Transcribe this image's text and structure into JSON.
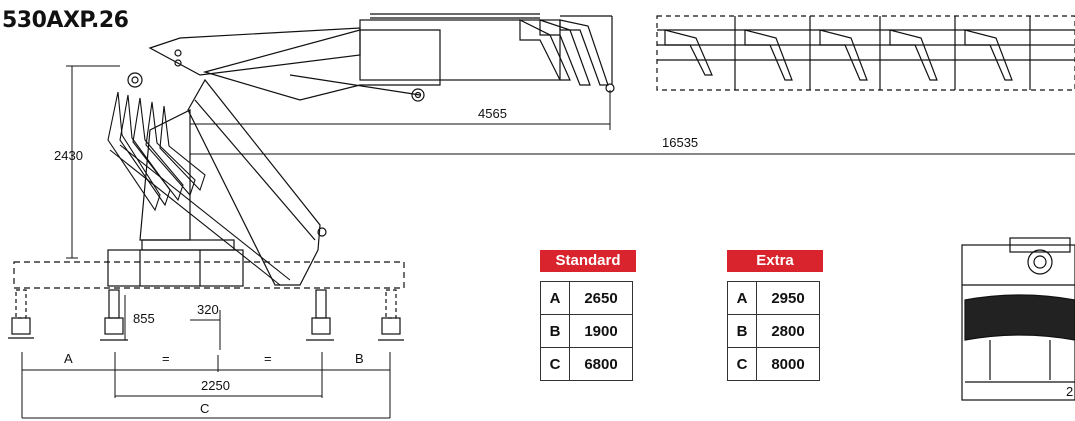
{
  "model": "530AXP.26",
  "dimensions": {
    "boom_length": "4565",
    "max_reach": "16535",
    "column_height": "2430",
    "base_height": "855",
    "offset": "320",
    "base_width": "2250",
    "label_a": "A",
    "label_b": "B",
    "label_c": "C",
    "equal_sign": "=",
    "partial_right": "2"
  },
  "tables": [
    {
      "title": "Standard",
      "rows": [
        {
          "key": "A",
          "value": "2650"
        },
        {
          "key": "B",
          "value": "1900"
        },
        {
          "key": "C",
          "value": "6800"
        }
      ]
    },
    {
      "title": "Extra",
      "rows": [
        {
          "key": "A",
          "value": "2950"
        },
        {
          "key": "B",
          "value": "2800"
        },
        {
          "key": "C",
          "value": "8000"
        }
      ]
    }
  ],
  "colors": {
    "accent": "#d9232d",
    "line": "#111111"
  }
}
